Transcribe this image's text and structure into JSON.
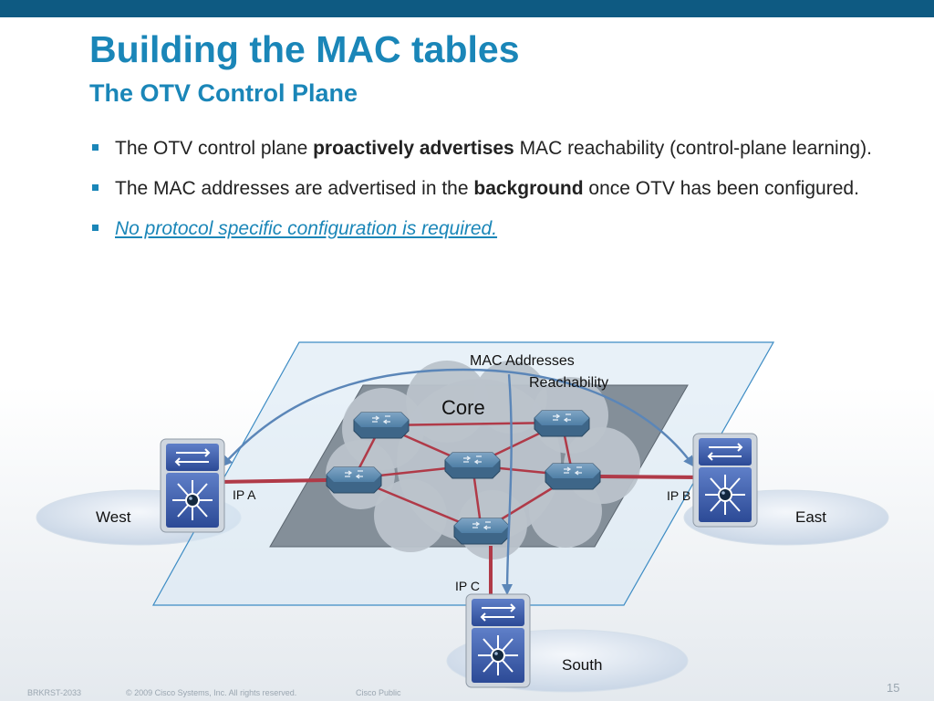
{
  "slide": {
    "title": "Building the MAC tables",
    "subtitle": "The OTV Control Plane",
    "bullets": [
      {
        "before": "The OTV control plane ",
        "bold": "proactively advertises",
        "after": " MAC reachability (control-plane learning)."
      },
      {
        "before": "The MAC addresses are advertised in the ",
        "bold": "background",
        "after": " once OTV has been configured."
      },
      {
        "text": "No protocol specific configuration is required."
      }
    ],
    "colors": {
      "brand": "#1a86b8",
      "topbar": "#0e5a82",
      "links": "#b03a48",
      "arrows": "#5b86b8"
    }
  },
  "diagram": {
    "annotation_line1": "MAC Addresses",
    "annotation_line2": "Reachability",
    "core_label": "Core",
    "sites": {
      "west": "West",
      "east": "East",
      "south": "South"
    },
    "links": {
      "ip_a": "IP A",
      "ip_b": "IP B",
      "ip_c": "IP C"
    }
  },
  "footer": {
    "code": "BRKRST-2033",
    "copyright": "© 2009 Cisco Systems, Inc. All rights reserved.",
    "classification": "Cisco Public",
    "page": "15"
  }
}
